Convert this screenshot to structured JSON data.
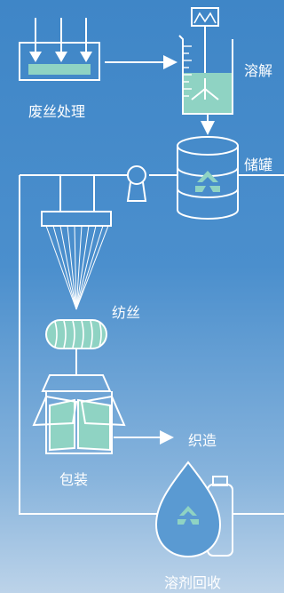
{
  "labels": {
    "waste_silk": "废丝处理",
    "dissolve": "溶解",
    "storage": "储罐",
    "spinning": "纺丝",
    "weaving": "织造",
    "packaging": "包装",
    "solvent_recovery": "溶剂回收"
  },
  "colors": {
    "background_top": "#3f86c7",
    "background_bottom": "#bcd3e9",
    "line": "#ffffff",
    "fill": "#8fd3c3"
  }
}
